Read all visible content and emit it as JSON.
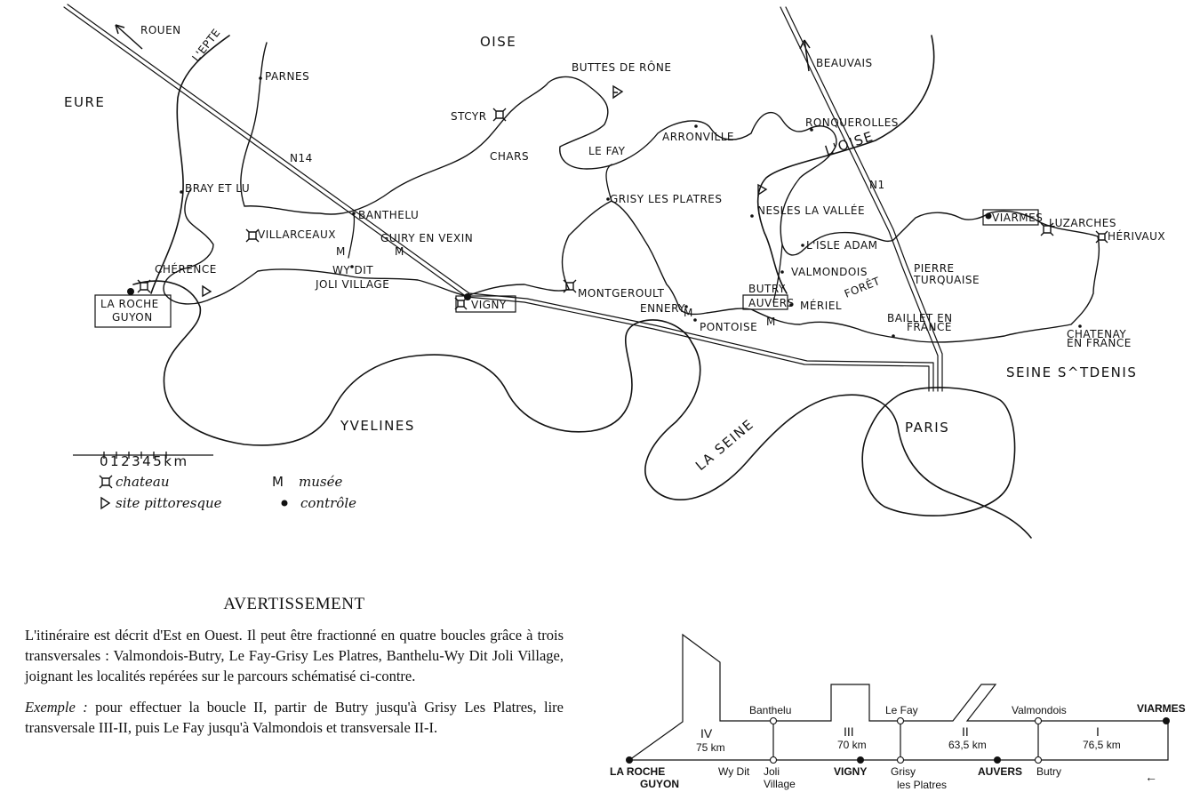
{
  "map": {
    "regions": {
      "eure": "EURE",
      "oise": "OISE",
      "yvelines": "YVELINES",
      "seine_st_denis": "SEINE S^TDENIS",
      "paris": "PARIS"
    },
    "directions": {
      "rouen": "ROUEN",
      "beauvais": "BEAUVAIS"
    },
    "rivers": {
      "epte": "L'EPTE",
      "oise": "L'OISE",
      "seine": "LA SEINE"
    },
    "roads": {
      "n14": "N14",
      "n1": "N1"
    },
    "foret": "FORÊT",
    "places": {
      "parnes": "PARNES",
      "buttes_de_rone": "BUTTES DE RÔNE",
      "stcyr": "STCYR",
      "chars": "CHARS",
      "le_fay": "LE FAY",
      "arronville": "ARRONVILLE",
      "ronquerolles": "RONQUEROLLES",
      "bray_et_lu": "BRAY ET LU",
      "banthelu": "BANTHELU",
      "villarceaux": "VILLARCEAUX",
      "guiry": "GUIRY EN VEXIN",
      "wy_dit_1": "WY DIT",
      "wy_dit_2": "JOLI VILLAGE",
      "cherence": "CHÉRENCE",
      "la_roche_1": "LA ROCHE",
      "la_roche_2": "GUYON",
      "vigny": "VIGNY",
      "grisy": "GRISY LES PLATRES",
      "montgeroult": "MONTGEROULT",
      "ennery": "ENNERY",
      "pontoise": "PONTOISE",
      "butry": "BUTRY",
      "auvers": "AUVERS",
      "meriel": "MÉRIEL",
      "nesles": "NESLES LA VALLÉE",
      "lisle_adam": "L'ISLE ADAM",
      "valmondois": "VALMONDOIS",
      "viarmes": "VIARMES",
      "luzarches": "LUZARCHES",
      "herivaux": "HÉRIVAUX",
      "pierre_1": "PIERRE",
      "pierre_2": "TURQUAISE",
      "baillet_1": "BAILLET EN",
      "baillet_2": "FRANCE",
      "chatenay_1": "CHATENAY",
      "chatenay_2": "EN FRANCE"
    },
    "museum_marker": "M",
    "scale_label": "012345km",
    "legend": {
      "chateau": "chateau",
      "musee": "musée",
      "site": "site pittoresque",
      "controle": "contrôle"
    }
  },
  "notice": {
    "title": "AVERTISSEMENT",
    "paragraph1": "L'itinéraire est décrit d'Est en Ouest. Il peut être fractionné en quatre boucles grâce à trois transversales : Valmondois-Butry, Le Fay-Grisy Les Platres, Banthelu-Wy Dit Joli Village, joignant les localités repérées sur le parcours schématisé ci-contre.",
    "example_label": "Exemple :",
    "paragraph2": " pour effectuer la boucle II, partir de Butry jusqu'à Grisy Les Platres, lire transversale III-II, puis Le Fay jusqu'à Valmondois et transversale II-I."
  },
  "diagram": {
    "loops": [
      {
        "numeral": "IV",
        "distance": "75 km"
      },
      {
        "numeral": "III",
        "distance": "70 km"
      },
      {
        "numeral": "II",
        "distance": "63,5 km"
      },
      {
        "numeral": "I",
        "distance": "76,5 km"
      }
    ],
    "top_labels": {
      "banthelu": "Banthelu",
      "le_fay": "Le Fay",
      "valmondois": "Valmondois",
      "viarmes": "VIARMES"
    },
    "bottom_labels": {
      "la_roche_1": "LA ROCHE",
      "la_roche_2": "GUYON",
      "wy_dit": "Wy Dit",
      "joli_1": "Joli",
      "joli_2": "Village",
      "vigny": "VIGNY",
      "grisy_1": "Grisy",
      "grisy_2": "les Platres",
      "auvers": "AUVERS",
      "butry": "Butry"
    },
    "arrow": "←"
  }
}
